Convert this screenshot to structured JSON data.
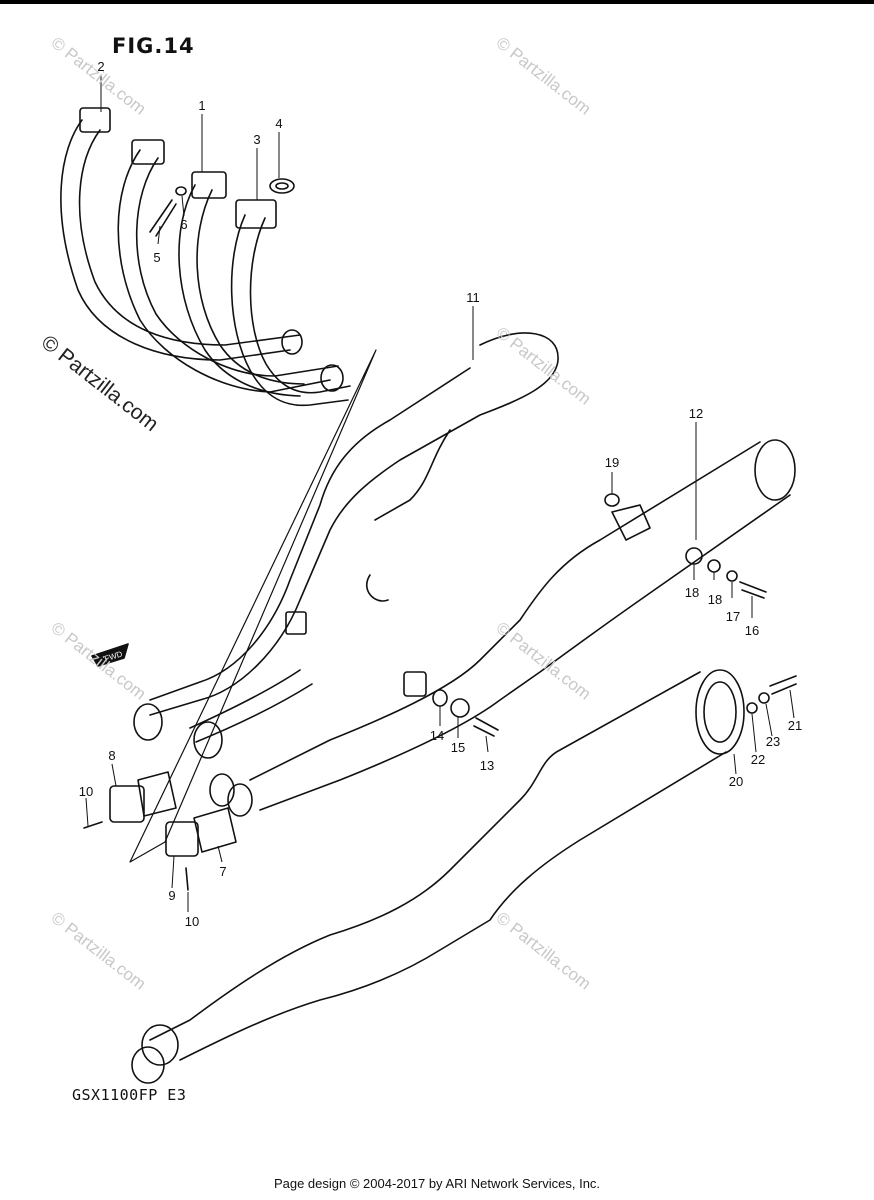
{
  "figure_title": "FIG.14",
  "model_code": "GSX1100FP E3",
  "footer": "Page design © 2004-2017 by ARI Network Services, Inc.",
  "watermark": "© Partzilla.com",
  "fwd_label": "FWD",
  "part_numbers": [
    "1",
    "2",
    "3",
    "4",
    "5",
    "6",
    "7",
    "8",
    "9",
    "10",
    "10",
    "11",
    "12",
    "13",
    "14",
    "15",
    "16",
    "17",
    "18",
    "18",
    "19",
    "20",
    "21",
    "22",
    "23"
  ]
}
